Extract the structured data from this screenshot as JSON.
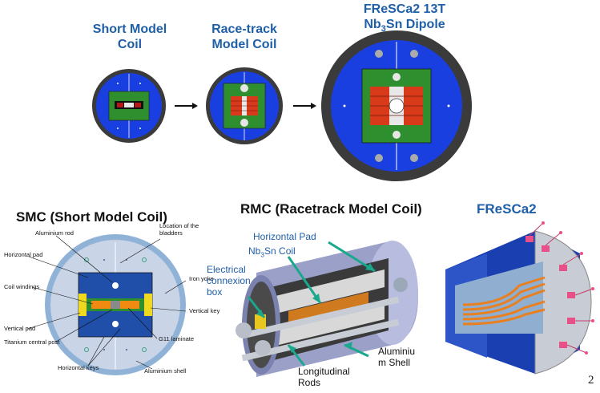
{
  "top": {
    "smc_title_line1": "Short Model",
    "smc_title_line2": "Coil",
    "rmc_title_line1": "Race-track",
    "rmc_title_line2": "Model Coil",
    "fresca_title_line1": "FReSCa2 13T",
    "fresca_title_line2_pre": "Nb",
    "fresca_title_line2_sub": "3",
    "fresca_title_line2_post": "Sn Dipole"
  },
  "smc": {
    "title": "SMC (Short Model Coil)",
    "labels": {
      "aluminium_rod": "Aluminium rod",
      "location_bladders": "Location of the bladders",
      "horizontal_pad": "Horizontal pad",
      "iron_yoke": "Iron yoke",
      "coil_windings": "Coil windings",
      "vertical_key": "Vertical key",
      "vertical_pad": "Vertical pad",
      "titanium_post": "Titanium central post",
      "g11_laminate": "G11 laminate",
      "horizontal_keys": "Horizontal keys",
      "aluminium_shell": "Aluminium shell"
    }
  },
  "rmc": {
    "title": "RMC (Racetrack Model Coil)",
    "labels": {
      "horizontal_pad": "Horizontal Pad",
      "nb3sn_pre": "Nb",
      "nb3sn_sub": "3",
      "nb3sn_post": "Sn Coil",
      "electrical_line1": "Electrical",
      "electrical_line2": "connexion",
      "electrical_line3": "box",
      "aluminium_line1": "Aluminiu",
      "aluminium_line2": "m Shell",
      "longitudinal_line1": "Longitudinal",
      "longitudinal_line2": "Rods"
    }
  },
  "fresca": {
    "title": "FReSCa2"
  },
  "page_number": "2",
  "colors": {
    "title_blue": "#1f5fa8",
    "arrow_teal": "#1aa88c",
    "yoke_blue": "#1a3fe0",
    "pad_green": "#2f8f2f",
    "coil_red": "#d83a1a"
  }
}
